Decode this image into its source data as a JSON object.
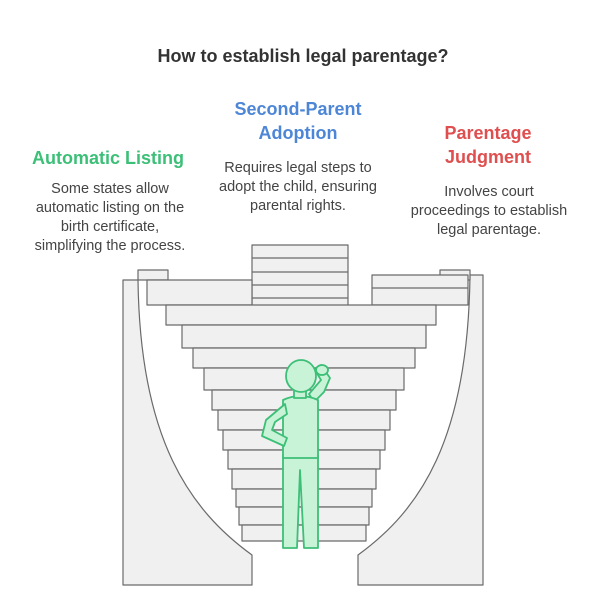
{
  "title": "How to establish legal parentage?",
  "options": [
    {
      "heading_lines": [
        "Automatic Listing"
      ],
      "description_lines": [
        "Some states allow",
        "automatic listing on the",
        "birth certificate,",
        "simplifying the process."
      ],
      "color": "#3cbf77"
    },
    {
      "heading_lines": [
        "Second-Parent",
        "Adoption"
      ],
      "description_lines": [
        "Requires legal steps to",
        "adopt the child, ensuring",
        "parental rights."
      ],
      "color": "#4d86d6"
    },
    {
      "heading_lines": [
        "Parentage",
        "Judgment"
      ],
      "description_lines": [
        "Involves court",
        "proceedings to establish",
        "legal parentage."
      ],
      "color": "#df4f4f"
    }
  ],
  "colors": {
    "figure_fill": "#c8f3d6",
    "figure_stroke": "#3cbf77",
    "stairs_fill": "#f0f0f0",
    "stairs_stroke": "#6a6a6a"
  }
}
